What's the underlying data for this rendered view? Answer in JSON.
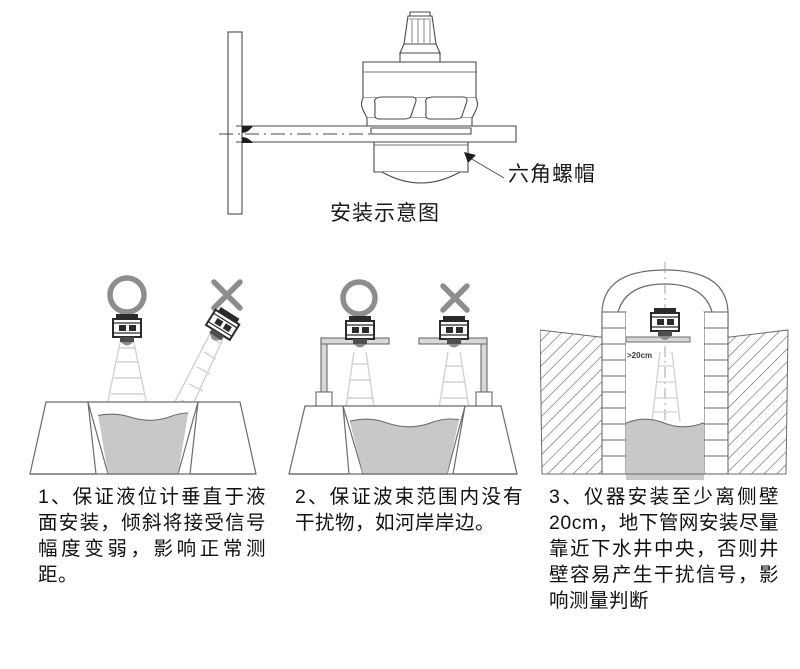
{
  "top_diagram": {
    "caption": "安装示意图",
    "callout_label": "六角螺帽",
    "callout_target": "hex-nut"
  },
  "panels": [
    {
      "id": "panel-1",
      "correct_mark": "○",
      "wrong_mark": "✕",
      "scene": "open-channel-vertical-vs-tilted",
      "device_count": 2,
      "liquid_color": "#c8c8c8"
    },
    {
      "id": "panel-2",
      "correct_mark": "○",
      "wrong_mark": "✕",
      "scene": "bracket-mounted-beam-clearance",
      "device_count": 2,
      "liquid_color": "#c8c8c8"
    },
    {
      "id": "panel-3",
      "scene": "manhole-wall-clearance",
      "dimension_label": ">20cm",
      "device_count": 1,
      "liquid_color": "#c8c8c8"
    }
  ],
  "captions": [
    {
      "number": "1、",
      "text": "1、保证液位计垂直于液面安装，倾斜将接受信号幅度变弱，影响正常测距。"
    },
    {
      "number": "2、",
      "text": "2、保证波束范围内没有干扰物，如河岸岸边。"
    },
    {
      "number": "3、",
      "text": "3、仪器安装至少离侧壁 20cm，地下管网安装尽量靠近下水井中央，否则井壁容易产生干扰信号，影响测量判断"
    }
  ],
  "colors": {
    "line": "#444444",
    "liquid_fill": "#c8c8c8",
    "mark_gray": "#808080",
    "text": "#111111"
  }
}
